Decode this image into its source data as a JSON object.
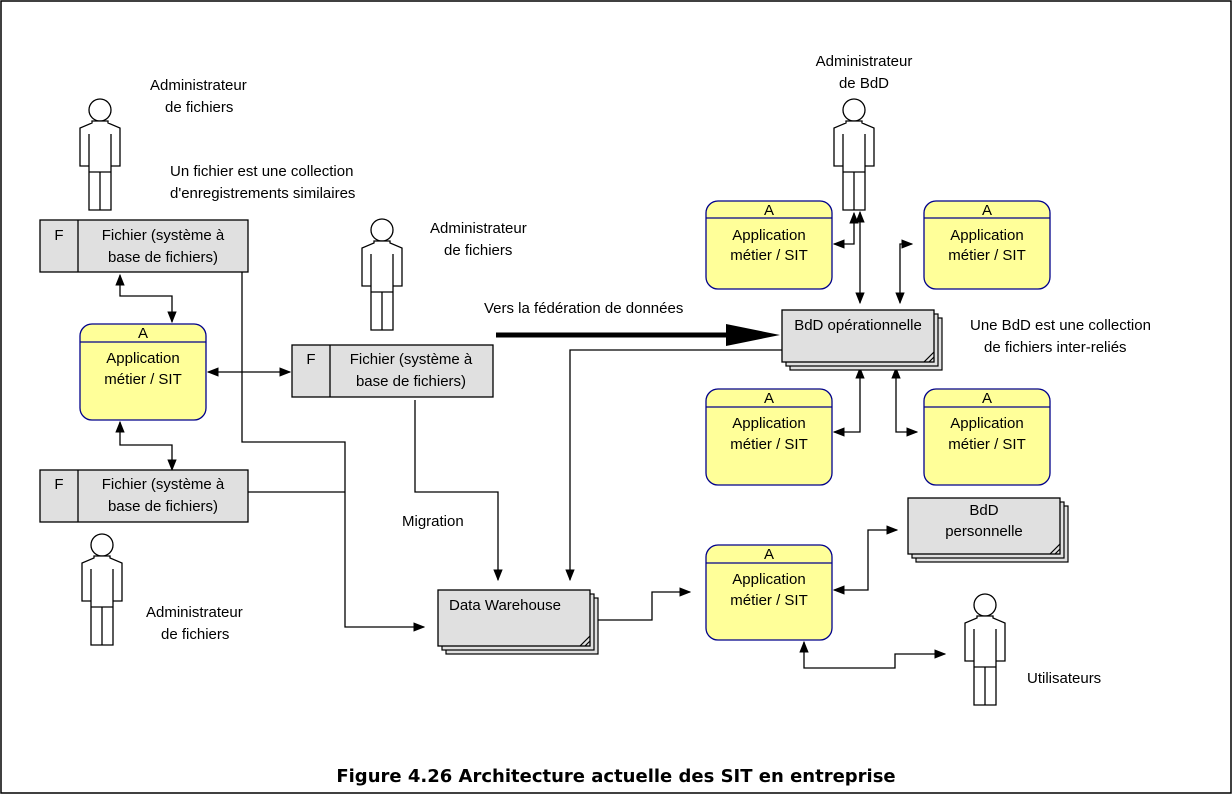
{
  "figure": {
    "caption": "Figure 4.26 Architecture actuelle des SIT en entreprise"
  },
  "colors": {
    "app_fill": "#ffff99",
    "app_stroke": "#00008b",
    "file_fill": "#e0e0e0"
  },
  "actors": {
    "admin_files_top": {
      "line1": "Administrateur",
      "line2": "de fichiers"
    },
    "admin_files_mid": {
      "line1": "Administrateur",
      "line2": "de fichiers"
    },
    "admin_files_bottom": {
      "line1": "Administrateur",
      "line2": "de fichiers"
    },
    "admin_bdd": {
      "line1": "Administrateur",
      "line2": "de BdD"
    },
    "users": {
      "line1": "Utilisateurs"
    }
  },
  "notes": {
    "file_definition": {
      "line1": "Un fichier est une collection",
      "line2": "d'enregistrements similaires"
    },
    "bdd_definition": {
      "line1": "Une BdD est une collection",
      "line2": "de fichiers inter-reliés"
    },
    "federation": "Vers la fédération de données",
    "migration": "Migration"
  },
  "files": {
    "f1": {
      "letter": "F",
      "line1": "Fichier (système à",
      "line2": "base de fichiers)"
    },
    "f2": {
      "letter": "F",
      "line1": "Fichier (système à",
      "line2": "base de fichiers)"
    },
    "f3": {
      "letter": "F",
      "line1": "Fichier (système à",
      "line2": "base de fichiers)"
    }
  },
  "apps": {
    "left": {
      "letter": "A",
      "line1": "Application",
      "line2": "métier / SIT"
    },
    "rtl": {
      "letter": "A",
      "line1": "Application",
      "line2": "métier / SIT"
    },
    "rtr": {
      "letter": "A",
      "line1": "Application",
      "line2": "métier / SIT"
    },
    "rbl": {
      "letter": "A",
      "line1": "Application",
      "line2": "métier / SIT"
    },
    "rbr": {
      "letter": "A",
      "line1": "Application",
      "line2": "métier / SIT"
    },
    "user": {
      "letter": "A",
      "line1": "Application",
      "line2": "métier / SIT"
    }
  },
  "stores": {
    "bdd_ops": {
      "line1": "BdD opérationnelle"
    },
    "bdd_perso": {
      "line1": "BdD",
      "line2": "personnelle"
    },
    "warehouse": {
      "line1": "Data Warehouse"
    }
  }
}
